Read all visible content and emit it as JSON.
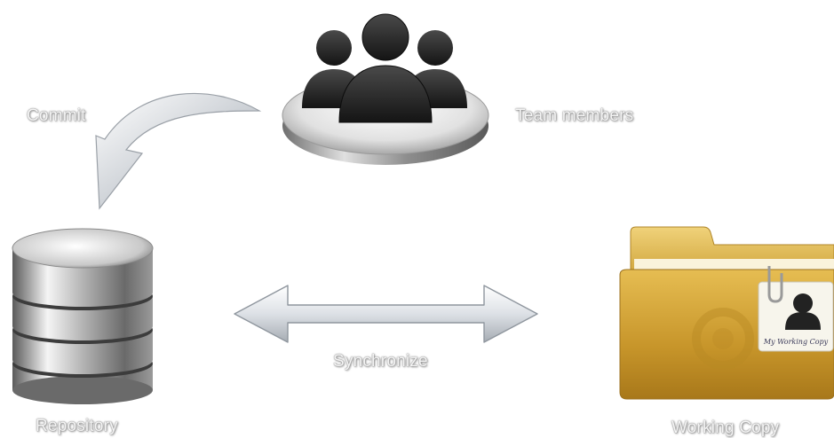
{
  "diagram": {
    "labels": {
      "commit": "Commit",
      "team_members": "Team members",
      "synchronize": "Synchronize",
      "repository": "Repository",
      "working_copy": "Working Copy"
    },
    "badge_text": "My Working Copy",
    "colors": {
      "metal_light": "#f2f2f2",
      "metal_dark": "#8a8a8a",
      "silhouette": "#2a2a2a",
      "folder_light": "#e8c259",
      "folder_dark": "#b98a22",
      "arrow_fill": "#dfe3e8"
    },
    "icons": [
      "team-members-icon",
      "repository-icon",
      "working-copy-folder-icon",
      "commit-arrow-icon",
      "synchronize-arrow-icon"
    ]
  }
}
